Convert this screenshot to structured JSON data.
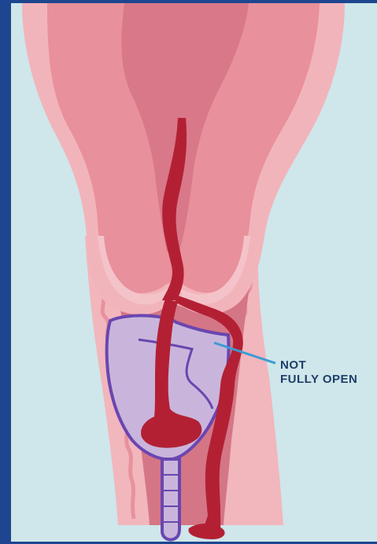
{
  "annotation": {
    "line1": "NOT",
    "line2": "FULLY OPEN"
  },
  "colors": {
    "frame": "#1e4690",
    "background": "#cfe6ea",
    "tissue_light": "#f4bcc2",
    "tissue": "#e9949e",
    "tissue_dark": "#d47685",
    "canal": "#c8586e",
    "blood": "#b32034",
    "cup_fill": "#c9b5dc",
    "cup_outline": "#6a46b0",
    "callout_line": "#3b9bd4",
    "label": "#1e3e6a"
  },
  "icons": {
    "cup": "menstrual-cup",
    "organ": "uterus-cervix-cross-section",
    "fluid": "menstrual-blood"
  }
}
